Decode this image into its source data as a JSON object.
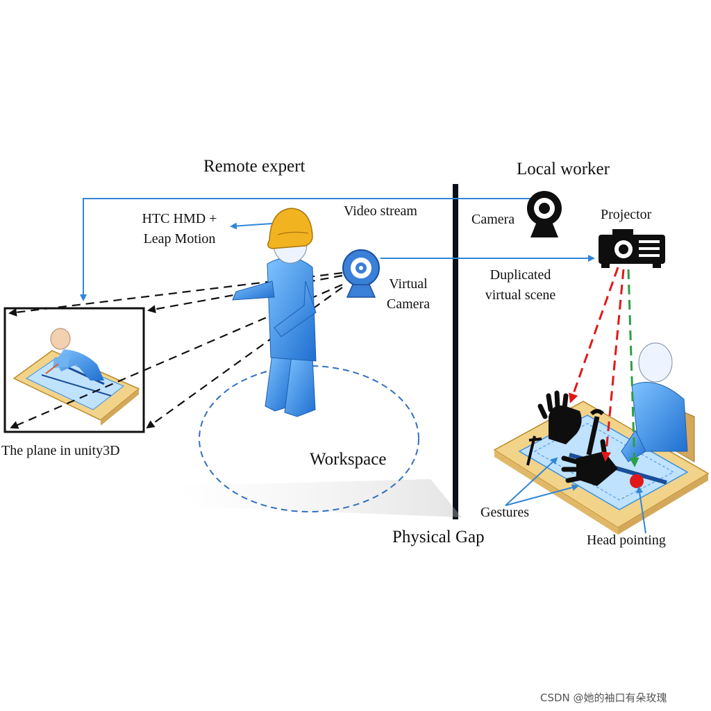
{
  "labels": {
    "remote_expert": "Remote expert",
    "local_worker": "Local worker",
    "htc_line1": "HTC HMD +",
    "htc_line2": "Leap Motion",
    "video_stream": "Video stream",
    "camera": "Camera",
    "projector": "Projector",
    "virtual_line1": "Virtual",
    "virtual_line2": "Camera",
    "duplicated_line1": "Duplicated",
    "duplicated_line2": "virtual scene",
    "plane": "The plane in unity3D",
    "workspace": "Workspace",
    "physical_gap": "Physical Gap",
    "gestures": "Gestures",
    "head_pointing": "Head pointing"
  },
  "watermark": "CSDN @她的袖口有朵玫瑰",
  "icons": [
    "helmet-icon",
    "person-icon",
    "webcam-icon",
    "virtual-camera-icon",
    "projector-icon",
    "hand-gesture-icon",
    "wrench-icon",
    "worker-icon"
  ],
  "colors": {
    "arrow_blue": "#2f86d6",
    "figure_blue": "#3a8fe0",
    "helmet_yellow": "#f2b321",
    "table_tan": "#f2d38a",
    "red_pointer": "#e01818",
    "green_arrow": "#2e9e44",
    "divider": "#0b0f1a"
  }
}
